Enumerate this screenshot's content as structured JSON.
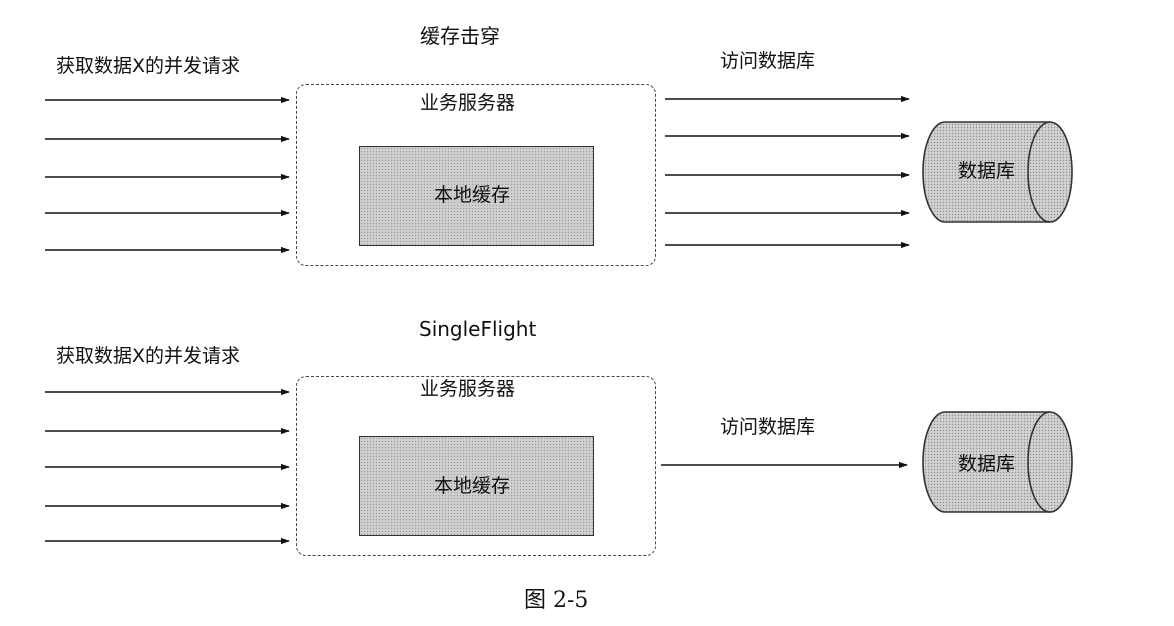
{
  "caption": "图 2-5",
  "top": {
    "title": "缓存击穿",
    "requests_label": "获取数据X的并发请求",
    "server_label": "业务服务器",
    "cache_label": "本地缓存",
    "db_access_label": "访问数据库",
    "db_label": "数据库"
  },
  "bottom": {
    "title": "SingleFlight",
    "requests_label": "获取数据X的并发请求",
    "server_label": "业务服务器",
    "cache_label": "本地缓存",
    "db_access_label": "访问数据库",
    "db_label": "数据库"
  }
}
